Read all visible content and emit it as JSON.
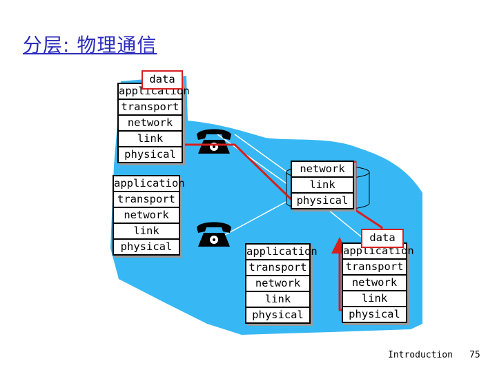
{
  "title": "分层: 物理通信",
  "stacks": {
    "top_left": [
      "application",
      "transport",
      "network",
      "link",
      "physical"
    ],
    "mid_left": [
      "application",
      "transport",
      "network",
      "link",
      "physical"
    ],
    "router": [
      "network",
      "link",
      "physical"
    ],
    "bottom_mid": [
      "application",
      "transport",
      "network",
      "link",
      "physical"
    ],
    "bottom_right": [
      "application",
      "transport",
      "network",
      "link",
      "physical"
    ]
  },
  "data_labels": {
    "source": "data",
    "destination": "data"
  },
  "footer": {
    "section": "Introduction",
    "page": "75"
  },
  "colors": {
    "cloud": "#37b8f4",
    "path": "#d61f1f",
    "title": "#2b2bbd"
  },
  "icons": [
    "telephone-icon",
    "telephone-icon",
    "router-icon"
  ]
}
